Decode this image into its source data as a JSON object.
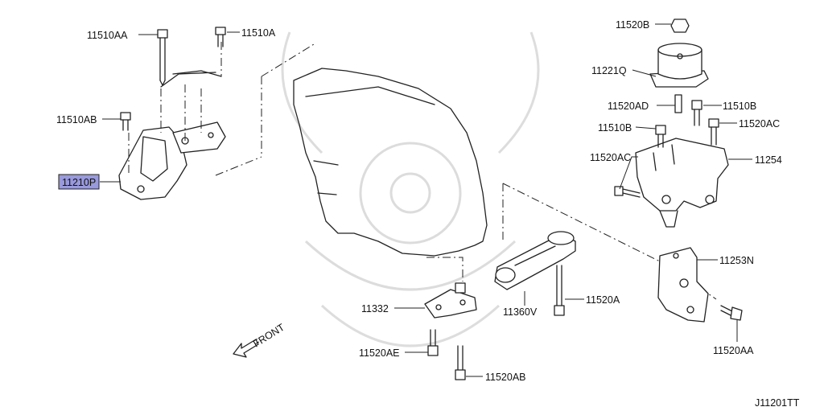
{
  "diagram": {
    "labels": {
      "bolt_11510AA": "11510AA",
      "bolt_11510A": "11510A",
      "bolt_11510AB": "11510AB",
      "mount_11210P": "11210P",
      "nut_11520B": "11520B",
      "insulator_11221Q": "11221Q",
      "stud_11520AD": "11520AD",
      "bolt_11510B_right": "11510B",
      "bolt_11510B_left": "11510B",
      "bolt_11520AC_right": "11520AC",
      "bolt_11520AC_left": "11520AC",
      "bracket_11254": "11254",
      "bracket_11253N": "11253N",
      "bolt_11520A": "11520A",
      "rod_11360V": "11360V",
      "bracket_11332": "11332",
      "bolt_11520AE": "11520AE",
      "bolt_11520AB": "11520AB",
      "bolt_11520AA": "11520AA",
      "front_marker": "FRONT"
    },
    "diagram_code": "J11201TT",
    "highlight_color": "#9999dd"
  }
}
